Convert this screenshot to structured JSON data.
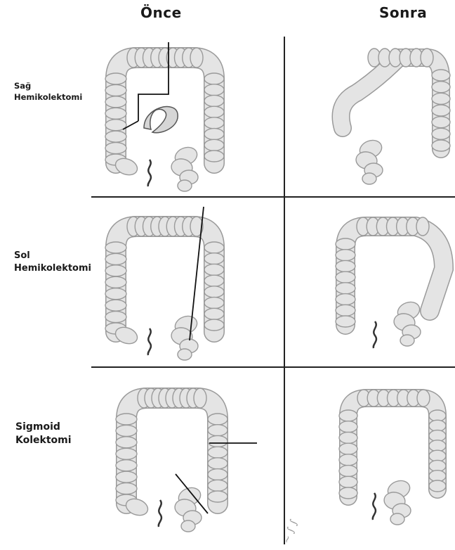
{
  "columns": {
    "before": "Önce",
    "after": "Sonra"
  },
  "rows": [
    {
      "label_line1": "Sağ",
      "label_line2": "Hemikolektomi"
    },
    {
      "label_line1": "Sol",
      "label_line2": "Hemikolektomi"
    },
    {
      "label_line1": "Sigmoid",
      "label_line2": "Kolektomi"
    }
  ],
  "colors": {
    "line": "#222222",
    "colon_fill": "#e4e4e4",
    "colon_shade": "#9a9a9a"
  }
}
